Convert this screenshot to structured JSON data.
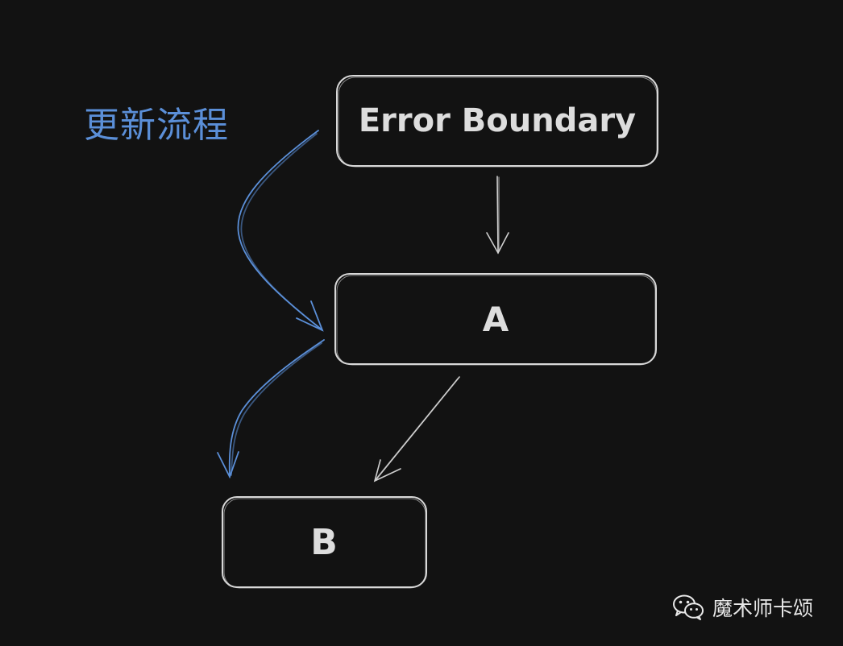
{
  "diagram": {
    "nodes": [
      {
        "id": "error-boundary",
        "label": "Error Boundary"
      },
      {
        "id": "a",
        "label": "A"
      },
      {
        "id": "b",
        "label": "B"
      }
    ],
    "edges": [
      {
        "from": "error-boundary",
        "to": "a",
        "style": "white"
      },
      {
        "from": "a",
        "to": "b",
        "style": "white"
      },
      {
        "from": "error-boundary",
        "to": "a",
        "style": "blue"
      },
      {
        "from": "a",
        "to": "b",
        "style": "blue"
      }
    ],
    "flow_label": "更新流程",
    "colors": {
      "background": "#121212",
      "node_stroke": "#d8d8d8",
      "white_arrow": "#cfcfcf",
      "blue_arrow": "#5b8fd8"
    }
  },
  "watermark": {
    "icon": "wechat-icon",
    "text": "魔术师卡颂"
  }
}
